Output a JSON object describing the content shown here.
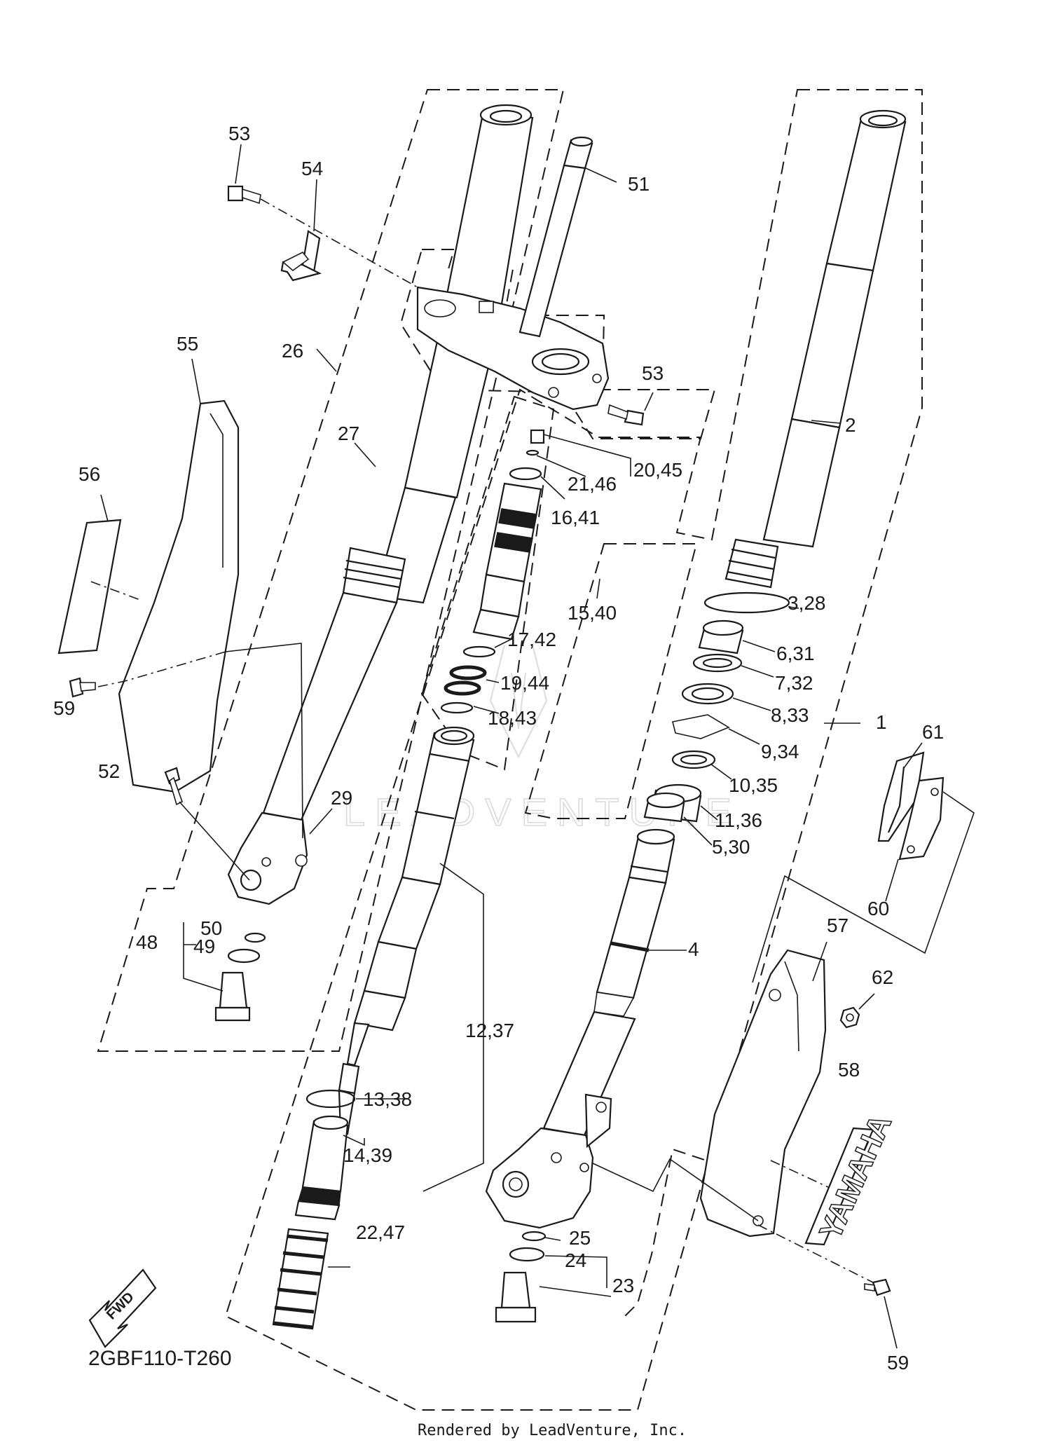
{
  "diagram": {
    "code": "2GBF110-T260",
    "credit": "Rendered by LeadVenture, Inc.",
    "watermark": "LEADVENTURE",
    "fwd_text": "FWD",
    "brand_text": "YAMAHA",
    "labels": {
      "l1": "1",
      "l2": "2",
      "l3_28": "3,28",
      "l4": "4",
      "l5_30": "5,30",
      "l6_31": "6,31",
      "l7_32": "7,32",
      "l8_33": "8,33",
      "l9_34": "9,34",
      "l10_35": "10,35",
      "l11_36": "11,36",
      "l12_37": "12,37",
      "l13_38": "13,38",
      "l14_39": "14,39",
      "l15_40": "15,40",
      "l16_41": "16,41",
      "l17_42": "17,42",
      "l18_43": "18,43",
      "l19_44": "19,44",
      "l20_45": "20,45",
      "l21_46": "21,46",
      "l22_47": "22,47",
      "l23": "23",
      "l24": "24",
      "l25": "25",
      "l26": "26",
      "l27": "27",
      "l29": "29",
      "l48": "48",
      "l49": "49",
      "l50": "50",
      "l51": "51",
      "l52": "52",
      "l53a": "53",
      "l53b": "53",
      "l54": "54",
      "l55": "55",
      "l56": "56",
      "l57": "57",
      "l58": "58",
      "l59a": "59",
      "l59b": "59",
      "l60": "60",
      "l61": "61",
      "l62": "62"
    }
  }
}
